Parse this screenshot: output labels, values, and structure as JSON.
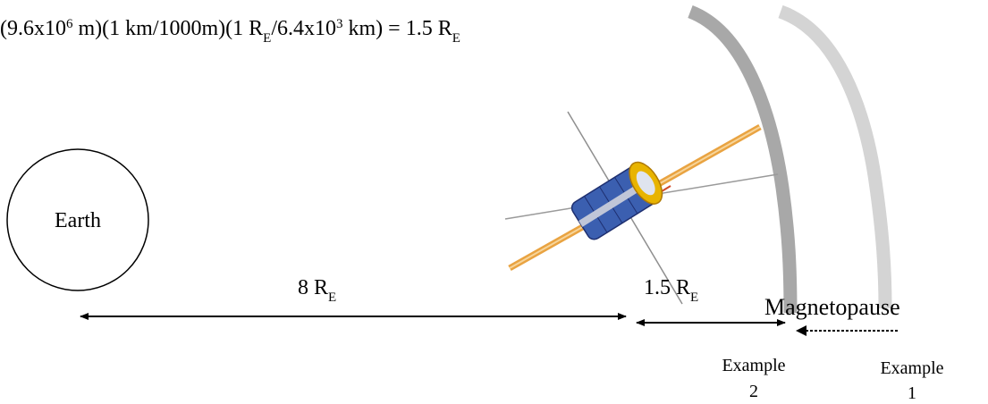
{
  "equation": {
    "p1": "(9.6x10",
    "p1_sup": "6",
    "p2": " m)(1 km/1000m)(1 R",
    "p2_sub": "E",
    "p3": "/6.4x10",
    "p3_sup": "3",
    "p4": " km) = 1.5 R",
    "p4_sub": "E"
  },
  "earth_label": "Earth",
  "distance_earth": {
    "value": "8 R",
    "sub": "E"
  },
  "distance_mp": {
    "value": "1.5 R",
    "sub": "E"
  },
  "magnetopause_label": "Magnetopause",
  "example2": {
    "line1": "Example",
    "line2": "2"
  },
  "example1": {
    "line1": "Example",
    "line2": "1"
  },
  "colors": {
    "magnetopause_example2": "#a8a8a8",
    "magnetopause_example1": "#d4d4d4",
    "satellite_body": "#3b5fb0",
    "satellite_gold": "#e8b400",
    "boom": "#e9a341"
  }
}
